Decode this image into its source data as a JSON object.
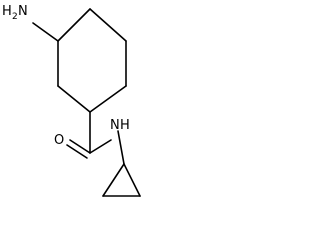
{
  "molecule": {
    "atoms": {
      "amine_n": "N",
      "amine_h": "H",
      "amine_h_count": "2",
      "carbonyl_o": "O",
      "amide_n": "N",
      "amide_h": "H"
    }
  }
}
